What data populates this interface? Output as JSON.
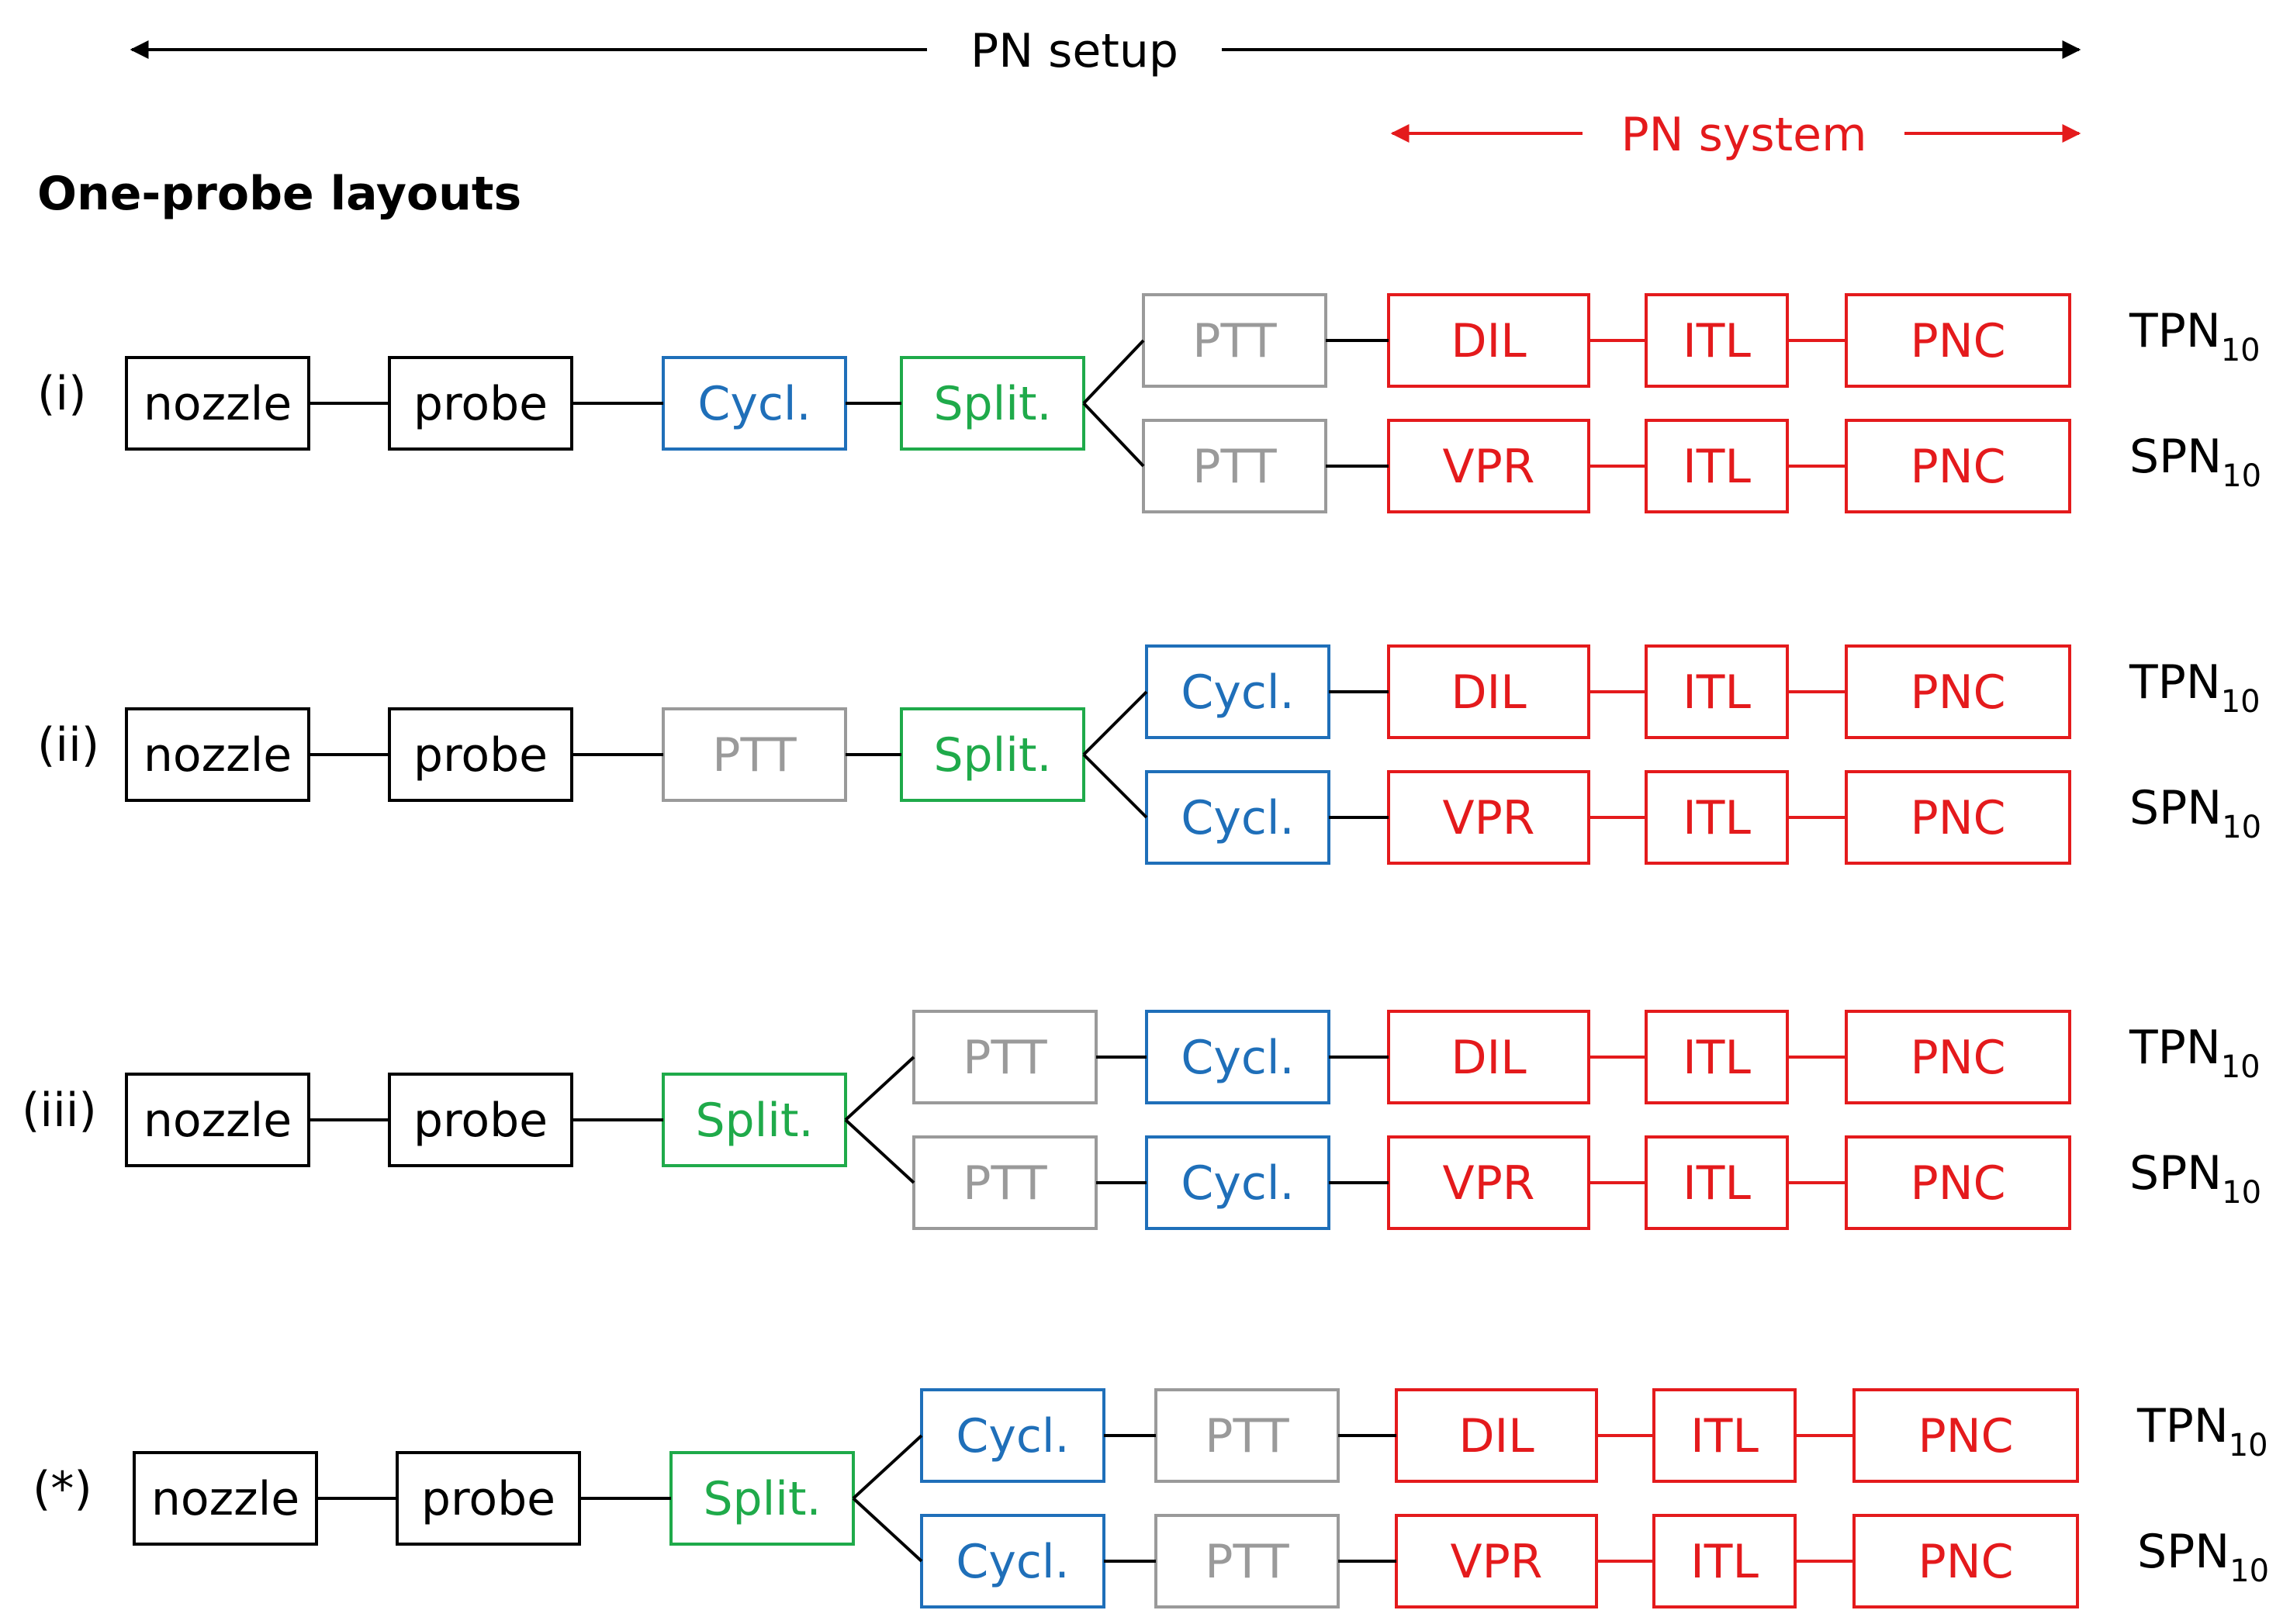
{
  "header": {
    "setup_label": "PN setup",
    "system_label": "PN system"
  },
  "section_title": "One-probe layouts",
  "colors": {
    "black": "#000000",
    "blue": "#1f6fb9",
    "green": "#1faa4a",
    "gray": "#9a9a9a",
    "red": "#e41a1c"
  },
  "output_labels": {
    "top": {
      "main": "TPN",
      "sub": "10"
    },
    "bottom": {
      "main": "SPN",
      "sub": "10"
    }
  },
  "rows": [
    {
      "label": "(i)",
      "trunk": [
        {
          "text": "nozzle",
          "color": "black"
        },
        {
          "text": "probe",
          "color": "black"
        },
        {
          "text": "Cycl.",
          "color": "blue"
        },
        {
          "text": "Split.",
          "color": "green"
        }
      ],
      "branches": [
        [
          {
            "text": "PTT",
            "color": "gray"
          },
          {
            "text": "DIL",
            "color": "red"
          },
          {
            "text": "ITL",
            "color": "red"
          },
          {
            "text": "PNC",
            "color": "red"
          }
        ],
        [
          {
            "text": "PTT",
            "color": "gray"
          },
          {
            "text": "VPR",
            "color": "red"
          },
          {
            "text": "ITL",
            "color": "red"
          },
          {
            "text": "PNC",
            "color": "red"
          }
        ]
      ]
    },
    {
      "label": "(ii)",
      "trunk": [
        {
          "text": "nozzle",
          "color": "black"
        },
        {
          "text": "probe",
          "color": "black"
        },
        {
          "text": "PTT",
          "color": "gray"
        },
        {
          "text": "Split.",
          "color": "green"
        }
      ],
      "branches": [
        [
          {
            "text": "Cycl.",
            "color": "blue"
          },
          {
            "text": "DIL",
            "color": "red"
          },
          {
            "text": "ITL",
            "color": "red"
          },
          {
            "text": "PNC",
            "color": "red"
          }
        ],
        [
          {
            "text": "Cycl.",
            "color": "blue"
          },
          {
            "text": "VPR",
            "color": "red"
          },
          {
            "text": "ITL",
            "color": "red"
          },
          {
            "text": "PNC",
            "color": "red"
          }
        ]
      ]
    },
    {
      "label": "(iii)",
      "trunk": [
        {
          "text": "nozzle",
          "color": "black"
        },
        {
          "text": "probe",
          "color": "black"
        },
        {
          "text": "Split.",
          "color": "green"
        }
      ],
      "branches": [
        [
          {
            "text": "PTT",
            "color": "gray"
          },
          {
            "text": "Cycl.",
            "color": "blue"
          },
          {
            "text": "DIL",
            "color": "red"
          },
          {
            "text": "ITL",
            "color": "red"
          },
          {
            "text": "PNC",
            "color": "red"
          }
        ],
        [
          {
            "text": "PTT",
            "color": "gray"
          },
          {
            "text": "Cycl.",
            "color": "blue"
          },
          {
            "text": "VPR",
            "color": "red"
          },
          {
            "text": "ITL",
            "color": "red"
          },
          {
            "text": "PNC",
            "color": "red"
          }
        ]
      ]
    },
    {
      "label": "(*)",
      "trunk": [
        {
          "text": "nozzle",
          "color": "black"
        },
        {
          "text": "probe",
          "color": "black"
        },
        {
          "text": "Split.",
          "color": "green"
        }
      ],
      "branches": [
        [
          {
            "text": "Cycl.",
            "color": "blue"
          },
          {
            "text": "PTT",
            "color": "gray"
          },
          {
            "text": "DIL",
            "color": "red"
          },
          {
            "text": "ITL",
            "color": "red"
          },
          {
            "text": "PNC",
            "color": "red"
          }
        ],
        [
          {
            "text": "Cycl.",
            "color": "blue"
          },
          {
            "text": "PTT",
            "color": "gray"
          },
          {
            "text": "VPR",
            "color": "red"
          },
          {
            "text": "ITL",
            "color": "red"
          },
          {
            "text": "PNC",
            "color": "red"
          }
        ]
      ]
    }
  ]
}
